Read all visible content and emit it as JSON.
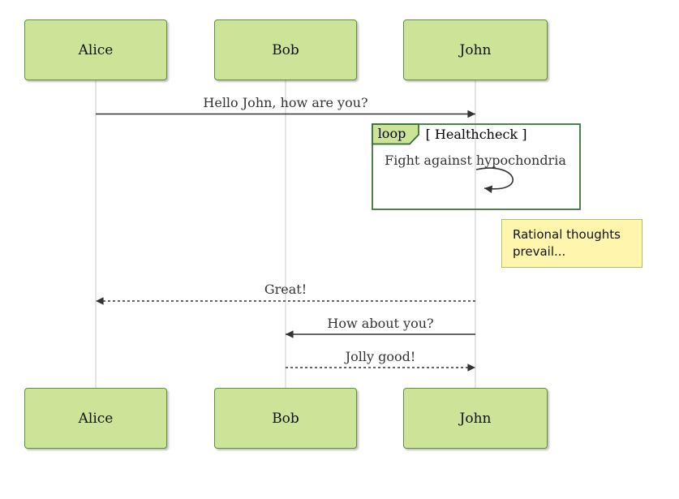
{
  "diagram": {
    "type": "sequence-diagram",
    "actors": [
      {
        "name": "Alice"
      },
      {
        "name": "Bob"
      },
      {
        "name": "John"
      }
    ],
    "messages": [
      {
        "from": "Alice",
        "to": "John",
        "style": "solid-arrow",
        "text": "Hello John, how are you?"
      },
      {
        "from": "John",
        "to": "John",
        "style": "self-loop",
        "text": "Fight against hypochondria"
      },
      {
        "from": "John",
        "to": "Alice",
        "style": "dashed-arrow",
        "text": "Great!"
      },
      {
        "from": "John",
        "to": "Bob",
        "style": "solid-arrow",
        "text": "How about you?"
      },
      {
        "from": "Bob",
        "to": "John",
        "style": "dashed-arrow",
        "text": "Jolly good!"
      }
    ],
    "loop_block": {
      "label": "loop",
      "condition": "[ Healthcheck ]"
    },
    "note": {
      "text": "Rational thoughts prevail...",
      "lines": [
        "Rational thoughts",
        "prevail..."
      ]
    },
    "colors": {
      "actor_fill": "#cde498",
      "actor_border": "#5d8f45",
      "loop_border": "#326932",
      "note_fill": "#fff5ad",
      "note_border": "#a9c266",
      "line": "#333333",
      "lifeline": "#c8c8c8",
      "text": "#333333",
      "label_text": "#000000"
    }
  }
}
